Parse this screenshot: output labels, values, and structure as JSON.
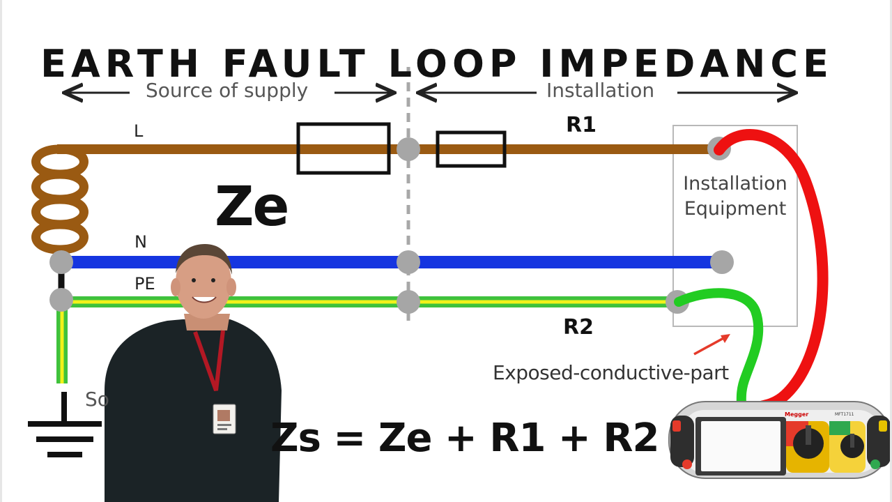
{
  "title": "EARTH FAULT LOOP IMPEDANCE",
  "regions": {
    "source_of_supply": "Source of supply",
    "installation": "Installation"
  },
  "conductors": {
    "line": "L",
    "neutral": "N",
    "protective_earth": "PE"
  },
  "resistances": {
    "r1": "R1",
    "r2": "R2"
  },
  "ze_label": "Ze",
  "installation_equipment": {
    "line1": "Installation",
    "line2": "Equipment"
  },
  "exposed_part_label": "Exposed-conductive-part",
  "partial_label": "So",
  "formula": "Zs = Ze + R1 + R2",
  "tester": {
    "brand": "Megger",
    "model": "MFT1711"
  },
  "colors": {
    "line": "#9a5a12",
    "neutral": "#1535e0",
    "earth_green": "#3fc23c",
    "earth_yellow": "#f2f21a",
    "test_lead_red": "#ee1111",
    "test_lead_green": "#22cc22",
    "node": "#a6a6a6"
  }
}
